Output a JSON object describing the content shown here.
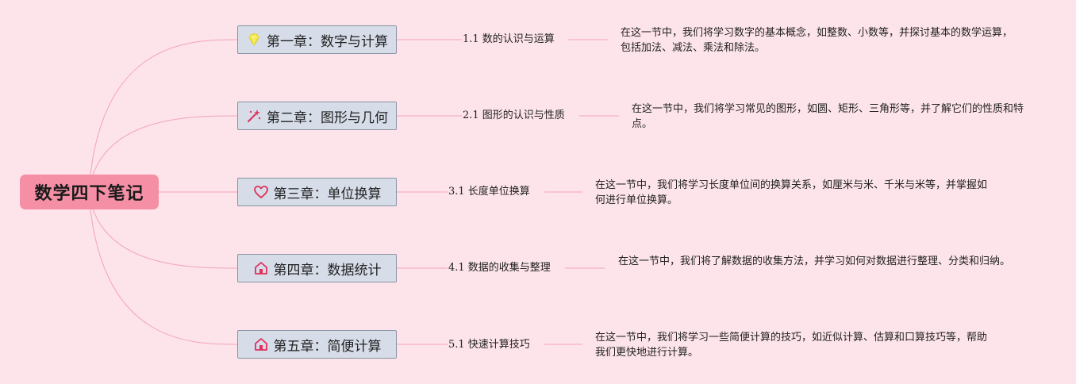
{
  "root": {
    "title": "数学四下笔记"
  },
  "chapters": [
    {
      "title": "第一章：数字与计算",
      "icon": "gem-icon",
      "section": "1.1 数的认识与运算",
      "desc": "在这一节中，我们将学习数字的基本概念，如整数、小数等，并探讨基本的数学运算，包括加法、减法、乘法和除法。"
    },
    {
      "title": "第二章：图形与几何",
      "icon": "magic-wand-icon",
      "section": "2.1 图形的认识与性质",
      "desc": "在这一节中，我们将学习常见的图形，如圆、矩形、三角形等，并了解它们的性质和特点。"
    },
    {
      "title": "第三章：单位换算",
      "icon": "heart-icon",
      "section": "3.1 长度单位换算",
      "desc": "在这一节中，我们将学习长度单位间的换算关系，如厘米与米、千米与米等，并掌握如何进行单位换算。"
    },
    {
      "title": "第四章：数据统计",
      "icon": "home-icon",
      "section": "4.1 数据的收集与整理",
      "desc": "在这一节中，我们将了解数据的收集方法，并学习如何对数据进行整理、分类和归纳。"
    },
    {
      "title": "第五章：简便计算",
      "icon": "home-icon",
      "section": "5.1 快速计算技巧",
      "desc": "在这一节中，我们将学习一些简便计算的技巧，如近似计算、估算和口算技巧等，帮助我们更快地进行计算。"
    }
  ],
  "colors": {
    "background": "#fde4ea",
    "root": "#f58fa6",
    "chapter_fill": "#d6dce8",
    "link": "#f2a4b6",
    "icon": "#e0305a",
    "gem": "#f5e94a"
  }
}
